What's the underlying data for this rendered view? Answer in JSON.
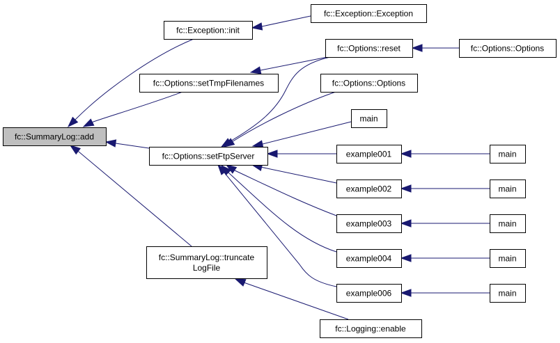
{
  "diagram": {
    "type": "call-graph",
    "edge_color": "#191970",
    "root_fill": "#bfbfbf",
    "nodes": [
      {
        "id": "add",
        "label": "fc::SummaryLog::add",
        "root": true
      },
      {
        "id": "exc_init",
        "label": "fc::Exception::init"
      },
      {
        "id": "exc_ctor",
        "label": "fc::Exception::Exception"
      },
      {
        "id": "set_tmp",
        "label": "fc::Options::setTmpFilenames"
      },
      {
        "id": "opt_reset",
        "label": "fc::Options::reset"
      },
      {
        "id": "opt_ctor1",
        "label": "fc::Options::Options"
      },
      {
        "id": "opt_ctor2",
        "label": "fc::Options::Options"
      },
      {
        "id": "set_ftp",
        "label": "fc::Options::setFtpServer"
      },
      {
        "id": "main0",
        "label": "main"
      },
      {
        "id": "ex001",
        "label": "example001"
      },
      {
        "id": "ex002",
        "label": "example002"
      },
      {
        "id": "ex003",
        "label": "example003"
      },
      {
        "id": "ex004",
        "label": "example004"
      },
      {
        "id": "ex006",
        "label": "example006"
      },
      {
        "id": "main1",
        "label": "main"
      },
      {
        "id": "main2",
        "label": "main"
      },
      {
        "id": "main3",
        "label": "main"
      },
      {
        "id": "main4",
        "label": "main"
      },
      {
        "id": "main6",
        "label": "main"
      },
      {
        "id": "truncate",
        "label_lines": [
          "fc::SummaryLog::truncate",
          "LogFile"
        ]
      },
      {
        "id": "log_enable",
        "label": "fc::Logging::enable"
      }
    ],
    "edges": [
      {
        "from": "exc_init",
        "to": "add"
      },
      {
        "from": "set_tmp",
        "to": "add"
      },
      {
        "from": "set_ftp",
        "to": "add"
      },
      {
        "from": "truncate",
        "to": "add"
      },
      {
        "from": "exc_ctor",
        "to": "exc_init"
      },
      {
        "from": "opt_reset",
        "to": "set_tmp"
      },
      {
        "from": "opt_reset",
        "to": "set_ftp"
      },
      {
        "from": "opt_ctor1",
        "to": "opt_reset"
      },
      {
        "from": "opt_ctor2",
        "to": "set_ftp"
      },
      {
        "from": "main0",
        "to": "set_ftp"
      },
      {
        "from": "ex001",
        "to": "set_ftp"
      },
      {
        "from": "ex002",
        "to": "set_ftp"
      },
      {
        "from": "ex003",
        "to": "set_ftp"
      },
      {
        "from": "ex004",
        "to": "set_ftp"
      },
      {
        "from": "ex006",
        "to": "set_ftp"
      },
      {
        "from": "main1",
        "to": "ex001"
      },
      {
        "from": "main2",
        "to": "ex002"
      },
      {
        "from": "main3",
        "to": "ex003"
      },
      {
        "from": "main4",
        "to": "ex004"
      },
      {
        "from": "main6",
        "to": "ex006"
      },
      {
        "from": "log_enable",
        "to": "truncate"
      }
    ]
  }
}
